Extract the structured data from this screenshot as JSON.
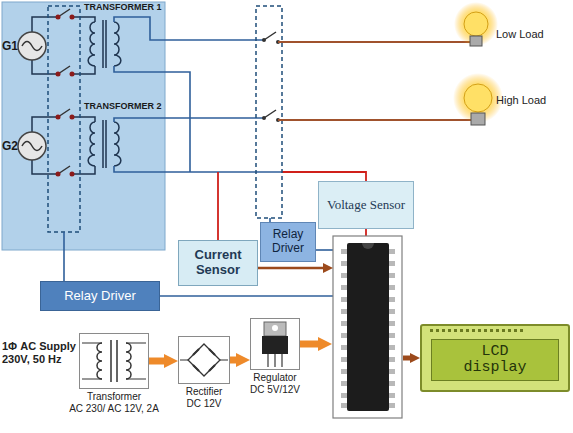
{
  "diagram": {
    "nodes": [
      {
        "text": [
          "Voltage Sensor"
        ]
      },
      {
        "text": [
          "Relay Driver"
        ]
      },
      {
        "text": [
          "Current Sensor"
        ]
      },
      {
        "text": [
          "Relay Driver"
        ]
      },
      {
        "text": [
          "Transformer",
          "AC 230/ AC 12V, 2A"
        ]
      },
      {
        "text": [
          "Rectifier",
          "DC 12V"
        ]
      },
      {
        "text": [
          "Regulator",
          "DC 5V/12V"
        ]
      },
      {
        "text": [
          "LCD display"
        ]
      }
    ],
    "edges": [
      {
        "from": 4,
        "to": 5,
        "arrow": "to"
      },
      {
        "from": 5,
        "to": 6,
        "arrow": "to"
      }
    ],
    "labels": [
      "G1",
      "G2",
      "TRANSFORMER 1",
      "TRANSFORMER 2",
      "Low Load",
      "High Load",
      "1Φ AC Supply 230V, 50 Hz"
    ]
  }
}
